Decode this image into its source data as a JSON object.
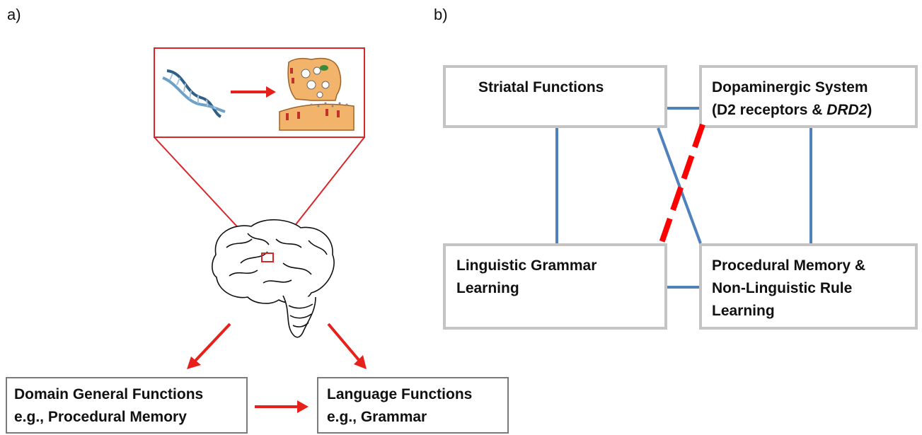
{
  "panel_a": {
    "label": "a)",
    "box_left": {
      "line1": "Domain General Functions",
      "line2": "e.g., Procedural Memory"
    },
    "box_right": {
      "line1": "Language Functions",
      "line2": "e.g., Grammar"
    },
    "icons": [
      "dna-icon",
      "synapse-icon",
      "brain-icon"
    ],
    "colors": {
      "arrow": "#e8201c",
      "inset_border": "#d9262b"
    }
  },
  "panel_b": {
    "label": "b)",
    "box_tl": {
      "line1": "Striatal Functions"
    },
    "box_tr": {
      "line1": "Dopaminergic System",
      "line2_prefix": "(D2 receptors & ",
      "line2_italic": "DRD2",
      "line2_suffix": ")"
    },
    "box_bl": {
      "line1": "Linguistic Grammar",
      "line2": "Learning"
    },
    "box_br": {
      "line1": "Procedural Memory &",
      "line2": "Non-Linguistic Rule",
      "line3": "Learning"
    },
    "colors": {
      "connector": "#4f81bd",
      "dashed": "#ff0000",
      "box_border": "#c4c4c4"
    }
  }
}
